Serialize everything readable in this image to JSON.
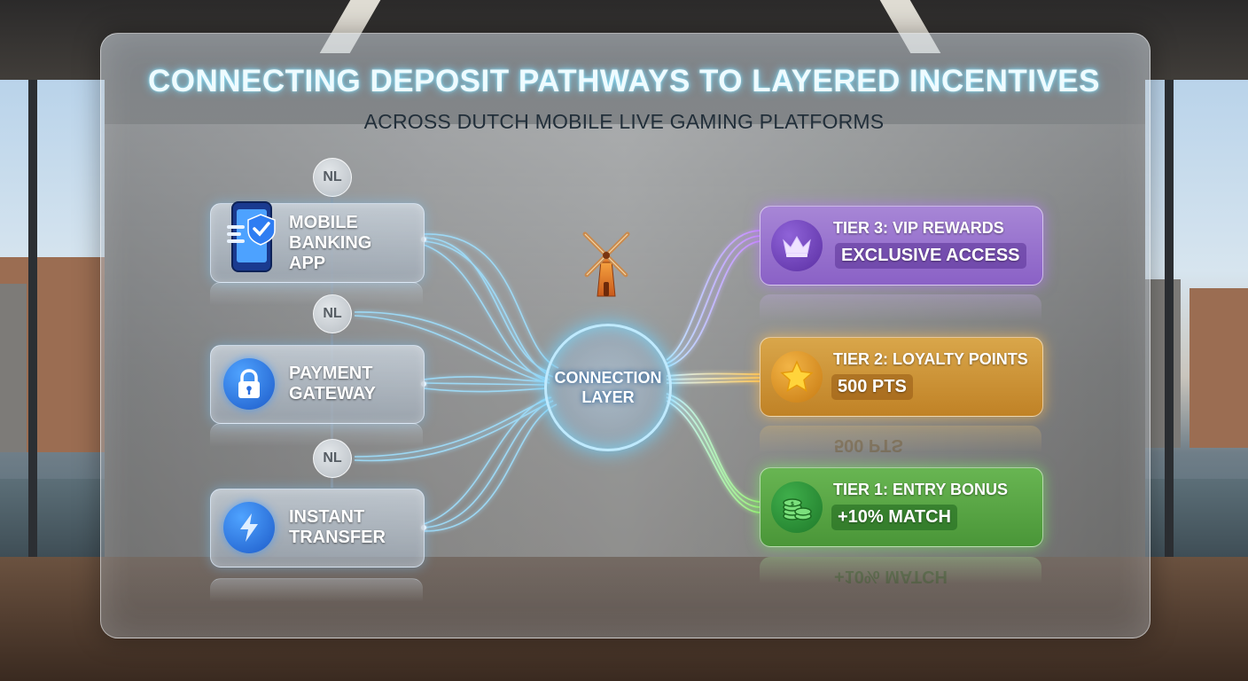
{
  "header": {
    "title": "CONNECTING DEPOSIT PATHWAYS TO LAYERED INCENTIVES",
    "subtitle": "ACROSS DUTCH MOBILE LIVE GAMING PLATFORMS"
  },
  "pathways": [
    {
      "label": "MOBILE\nBANKING\nAPP",
      "icon": "phone-check-icon",
      "tag": "NL"
    },
    {
      "label": "PAYMENT\nGATEWAY",
      "icon": "lock-icon",
      "tag": "NL"
    },
    {
      "label": "INSTANT\nTRANSFER",
      "icon": "lightning-icon",
      "tag": "NL"
    }
  ],
  "hub": {
    "label": "CONNECTION\nLAYER",
    "icon": "windmill-icon"
  },
  "tiers": [
    {
      "title": "TIER 3: VIP REWARDS",
      "value": "EXCLUSIVE ACCESS",
      "icon": "crown-icon",
      "color": "#9a72d0"
    },
    {
      "title": "TIER 2: LOYALTY POINTS",
      "value": "500 PTS",
      "icon": "star-icon",
      "color": "#cf9236"
    },
    {
      "title": "TIER 1: ENTRY BONUS",
      "value": "+10% MATCH",
      "icon": "coins-icon",
      "color": "#5aa646"
    }
  ],
  "reflections": {
    "tier2": "500 PTS",
    "tier1": "+10% MATCH"
  }
}
